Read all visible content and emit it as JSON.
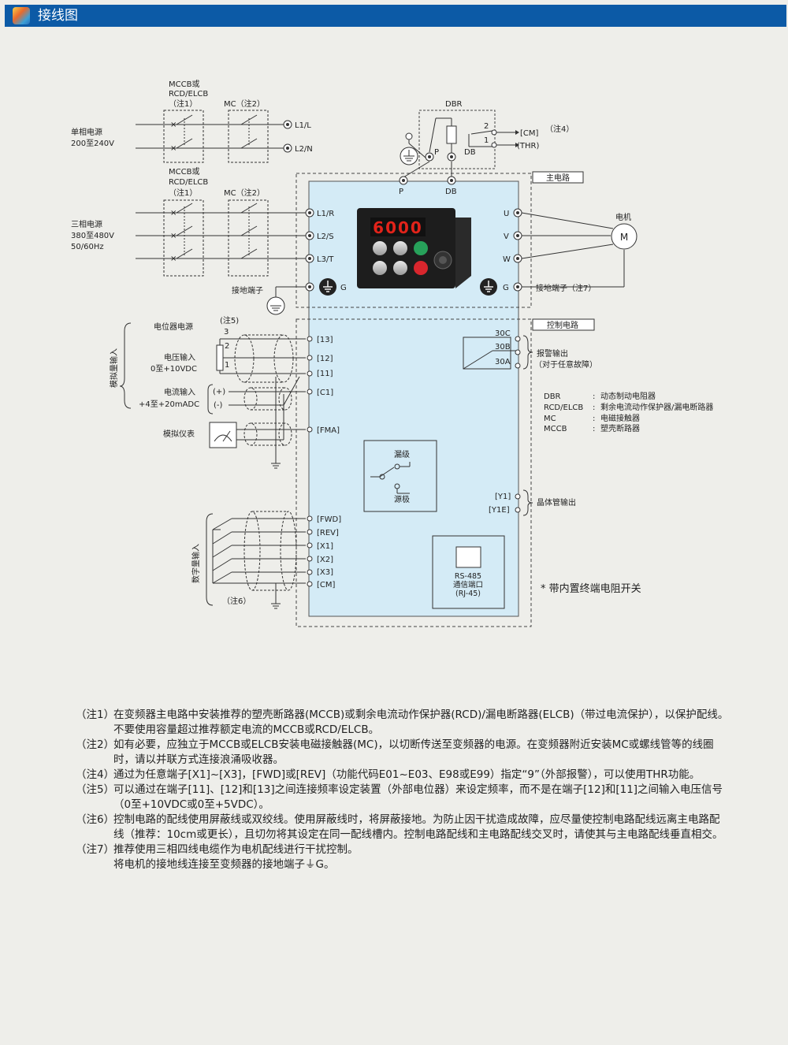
{
  "header": {
    "title": "接线图"
  },
  "supply": {
    "single_phase": [
      "单相电源",
      "200至240V"
    ],
    "three_phase": [
      "三相电源",
      "380至480V",
      "50/60Hz"
    ],
    "mccb_top": [
      "MCCB或",
      "RCD/ELCB",
      "（注1）"
    ],
    "mc_top": "MC（注2）",
    "mccb_bottom": [
      "MCCB或",
      "RCD/ELCB",
      "（注1）"
    ],
    "mc_bottom": "MC（注2）"
  },
  "terminals": {
    "l1l": "L1/L",
    "l2n": "L2/N",
    "l1r": "L1/R",
    "l2s": "L2/S",
    "l3t": "L3/T",
    "p": "P",
    "db": "DB",
    "u": "U",
    "v": "V",
    "w": "W",
    "g": "G",
    "g_right": "G",
    "t13": "[13]",
    "t12": "[12]",
    "t11": "[11]",
    "c1": "[C1]",
    "fma": "[FMA]",
    "fwd": "[FWD]",
    "rev": "[REV]",
    "x1": "[X1]",
    "x2": "[X2]",
    "x3": "[X3]",
    "cm": "[CM]",
    "c30": "30C",
    "b30": "30B",
    "a30": "30A",
    "y1": "[Y1]",
    "y1e": "[Y1E]"
  },
  "labels": {
    "ground_left": "接地端子",
    "ground_right": "接地端子（注7）",
    "main_circuit": "主电路",
    "control_circuit": "控制电路",
    "motor": "电机",
    "motor_symbol": "M",
    "dbr": "DBR",
    "dbr_p": "P",
    "dbr_db": "DB",
    "dbr_2": "2",
    "dbr_1": "1",
    "cm_ext": "[CM]",
    "thr": "(THR)",
    "note4": "（注4）",
    "pot_supply": "电位器电源",
    "note5": "(注5)",
    "pot_3": "3",
    "pot_2": "2",
    "pot_1": "1",
    "voltage_in": [
      "电压输入",
      "0至+10VDC"
    ],
    "current_in": [
      "电流输入",
      "+4至+20mADC"
    ],
    "plus": "(+)",
    "minus": "(-)",
    "analog_in": "模拟量输入",
    "meter": "模拟仪表",
    "digital_in": "数字量输入",
    "note6": "（注6）",
    "sink": "漏级",
    "source": "源极",
    "rs485": [
      "RS-485",
      "通信端口",
      "(RJ-45)"
    ],
    "alarm": [
      "报警输出",
      "（对于任意故障）"
    ],
    "transistor": "晶体管输出",
    "terminator": "* 带内置终端电阻开关"
  },
  "display": {
    "digits": "6000"
  },
  "legend": [
    {
      "abbr": "DBR",
      "desc": "动态制动电阻器"
    },
    {
      "abbr": "RCD/ELCB",
      "desc": "剩余电流动作保护器/漏电断路器"
    },
    {
      "abbr": "MC",
      "desc": "电磁接触器"
    },
    {
      "abbr": "MCCB",
      "desc": "塑壳断路器"
    }
  ],
  "notes": [
    {
      "label": "（注1）",
      "text": "在变频器主电路中安装推荐的塑壳断路器(MCCB)或剩余电流动作保护器(RCD)/漏电断路器(ELCB)（带过电流保护），以保护配线。不要使用容量超过推荐额定电流的MCCB或RCD/ELCB。"
    },
    {
      "label": "（注2）",
      "text": "如有必要，应独立于MCCB或ELCB安装电磁接触器(MC)，以切断传送至变频器的电源。在变频器附近安装MC或螺线管等的线圈时，请以并联方式连接浪涌吸收器。"
    },
    {
      "label": "（注4）",
      "text": "通过为任意端子[X1]~[X3]，[FWD]或[REV]（功能代码E01~E03、E98或E99）指定“9”（外部报警），可以使用THR功能。"
    },
    {
      "label": "（注5）",
      "text": "可以通过在端子[11]、[12]和[13]之间连接频率设定装置（外部电位器）来设定频率，而不是在端子[12]和[11]之间输入电压信号（0至+10VDC或0至+5VDC）。"
    },
    {
      "label": "（注6）",
      "text": "控制电路的配线使用屏蔽线或双绞线。使用屏蔽线时，将屏蔽接地。为防止因干扰造成故障，应尽量使控制电路配线远离主电路配线（推荐：10cm或更长），且切勿将其设定在同一配线槽内。控制电路配线和主电路配线交叉时，请使其与主电路配线垂直相交。"
    },
    {
      "label": "（注7）",
      "text": "推荐使用三相四线电缆作为电机配线进行干扰控制。"
    },
    {
      "label": "",
      "text": "将电机的接地线连接至变频器的接地端子⏚G。"
    }
  ],
  "colors": {
    "header": "#0c5aa6",
    "inverter_fill": "#d4ebf6",
    "panel": "#1d1d1d",
    "display": "#e2231a",
    "run_key": "#27a15a",
    "stop_key": "#d8262d"
  }
}
